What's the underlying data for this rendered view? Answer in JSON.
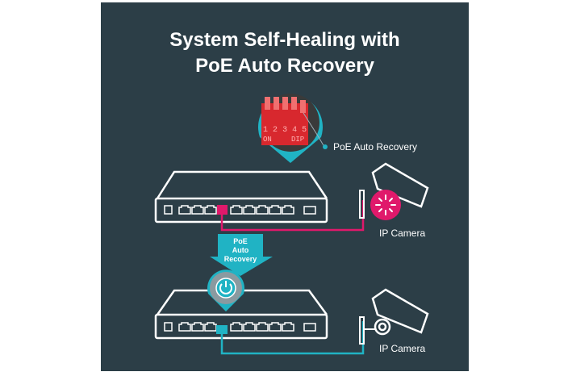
{
  "title": {
    "line1": "System Self-Healing with",
    "line2": "PoE Auto Recovery"
  },
  "dip_switch": {
    "numbers": [
      "1",
      "2",
      "3",
      "4",
      "5"
    ],
    "on_label": "ON",
    "dip_label": "DIP"
  },
  "callout_label": "PoE Auto Recovery",
  "arrow_label": {
    "line1": "PoE",
    "line2": "Auto",
    "line3": "Recovery"
  },
  "camera_top_label": "IP Camera",
  "camera_bottom_label": "IP Camera",
  "colors": {
    "background": "#2c3e47",
    "accent_teal": "#20b3c4",
    "accent_pink": "#e0196b",
    "dip_red": "#d8282e"
  }
}
